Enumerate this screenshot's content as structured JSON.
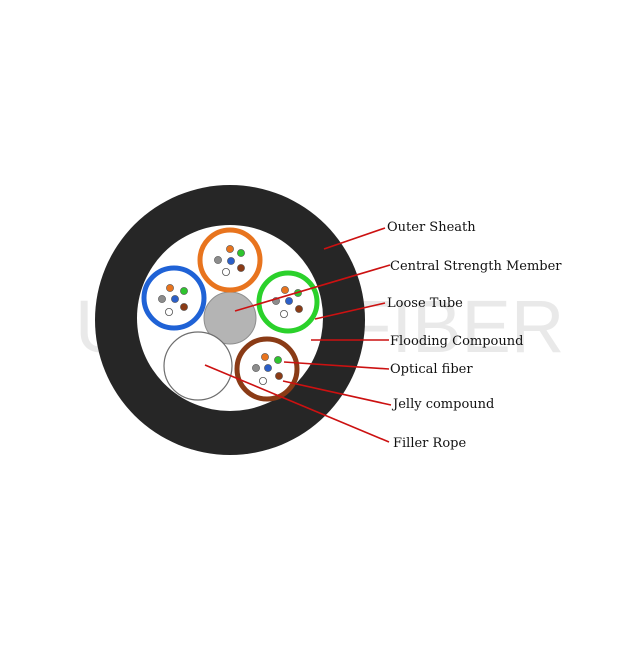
{
  "watermark": "UNITEKFIBER",
  "labels": {
    "outer_sheath": "Outer Sheath",
    "central_strength_member": "Central Strength Member",
    "loose_tube": "Loose Tube",
    "flooding_compound": "Flooding Compound",
    "optical_fiber": "Optical fiber",
    "jelly_compound": "Jelly compound",
    "filler_rope": "Filler Rope"
  },
  "colors": {
    "sheath": "#262626",
    "inner_fill": "#ffffff",
    "strength_member": "#b4b4b4",
    "leader_line": "#cc1111",
    "tube_orange": "#e8741e",
    "tube_blue": "#1f62d6",
    "tube_green": "#2bd12b",
    "tube_brown": "#8a3b16",
    "fiber_orange": "#e8741e",
    "fiber_green": "#2ec42e",
    "fiber_blue": "#2b5fc8",
    "fiber_brown": "#8a3b16",
    "fiber_grey": "#8c8c8c",
    "fiber_white": "#ffffff"
  }
}
